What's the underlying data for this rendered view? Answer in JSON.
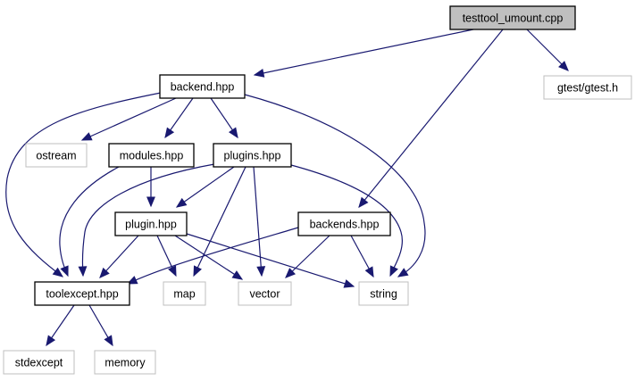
{
  "diagram": {
    "type": "include-dependency-graph",
    "colors": {
      "edge": "#191970",
      "root_fill": "#bfbfbf",
      "documented_border": "#000000",
      "external_border": "#bfbfbf"
    },
    "nodes": [
      {
        "id": "testtool_umount",
        "label": "testtool_umount.cpp",
        "kind": "root"
      },
      {
        "id": "gtest",
        "label": "gtest/gtest.h",
        "kind": "external"
      },
      {
        "id": "backend",
        "label": "backend.hpp",
        "kind": "documented"
      },
      {
        "id": "ostream",
        "label": "ostream",
        "kind": "external"
      },
      {
        "id": "modules",
        "label": "modules.hpp",
        "kind": "documented"
      },
      {
        "id": "plugins",
        "label": "plugins.hpp",
        "kind": "documented"
      },
      {
        "id": "plugin",
        "label": "plugin.hpp",
        "kind": "documented"
      },
      {
        "id": "backends",
        "label": "backends.hpp",
        "kind": "documented"
      },
      {
        "id": "toolexcept",
        "label": "toolexcept.hpp",
        "kind": "documented"
      },
      {
        "id": "map",
        "label": "map",
        "kind": "external"
      },
      {
        "id": "vector",
        "label": "vector",
        "kind": "external"
      },
      {
        "id": "string",
        "label": "string",
        "kind": "external"
      },
      {
        "id": "stdexcept",
        "label": "stdexcept",
        "kind": "external"
      },
      {
        "id": "memory",
        "label": "memory",
        "kind": "external"
      }
    ],
    "edges": [
      {
        "from": "testtool_umount",
        "to": "backend"
      },
      {
        "from": "testtool_umount",
        "to": "gtest"
      },
      {
        "from": "testtool_umount",
        "to": "backends"
      },
      {
        "from": "backend",
        "to": "ostream"
      },
      {
        "from": "backend",
        "to": "modules"
      },
      {
        "from": "backend",
        "to": "plugins"
      },
      {
        "from": "backend",
        "to": "toolexcept"
      },
      {
        "from": "backend",
        "to": "string"
      },
      {
        "from": "modules",
        "to": "plugin"
      },
      {
        "from": "modules",
        "to": "toolexcept"
      },
      {
        "from": "plugins",
        "to": "plugin"
      },
      {
        "from": "plugins",
        "to": "toolexcept"
      },
      {
        "from": "plugins",
        "to": "map"
      },
      {
        "from": "plugins",
        "to": "vector"
      },
      {
        "from": "plugins",
        "to": "string"
      },
      {
        "from": "plugin",
        "to": "toolexcept"
      },
      {
        "from": "plugin",
        "to": "map"
      },
      {
        "from": "plugin",
        "to": "vector"
      },
      {
        "from": "plugin",
        "to": "string"
      },
      {
        "from": "backends",
        "to": "toolexcept"
      },
      {
        "from": "backends",
        "to": "vector"
      },
      {
        "from": "backends",
        "to": "string"
      },
      {
        "from": "toolexcept",
        "to": "stdexcept"
      },
      {
        "from": "toolexcept",
        "to": "memory"
      }
    ]
  }
}
